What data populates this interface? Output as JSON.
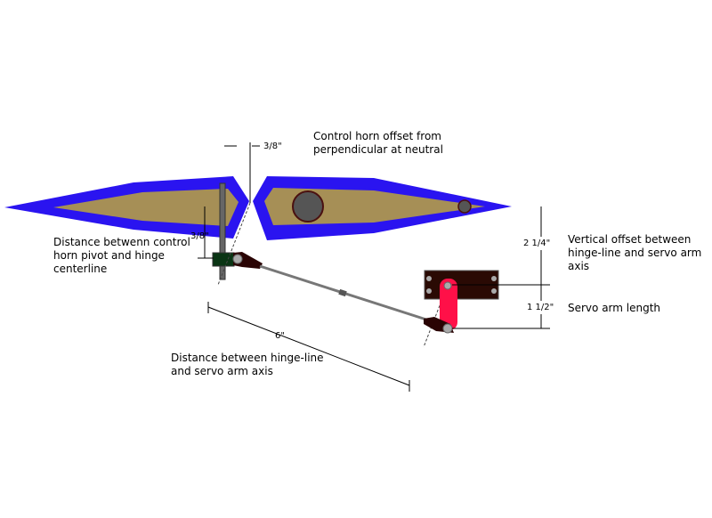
{
  "labels": {
    "horn_offset": [
      "Control horn offset from",
      "perpendicular at neutral"
    ],
    "pivot_distance": [
      "Distance betwenn control",
      "horn pivot and hinge",
      "centerline"
    ],
    "vertical_offset": [
      "Vertical offset between",
      "hinge-line and servo arm",
      "axis"
    ],
    "servo_arm": "Servo arm length",
    "hinge_distance": [
      "Distance between hinge-line",
      "and servo arm axis"
    ]
  },
  "dimensions": {
    "horn_offset": "3/8\"",
    "pivot_distance": "3/8\"",
    "vertical_offset": "2 1/4\"",
    "servo_arm": "1 1/2\"",
    "hinge_distance": "6\""
  },
  "colors": {
    "airfoil_outline": "#2a14f0",
    "airfoil_fill": "#a68f56",
    "servo_body": "#2a0a04",
    "servo_arm": "#ff1048",
    "horn_block": "#0a3514",
    "horn": "#2a0404"
  }
}
